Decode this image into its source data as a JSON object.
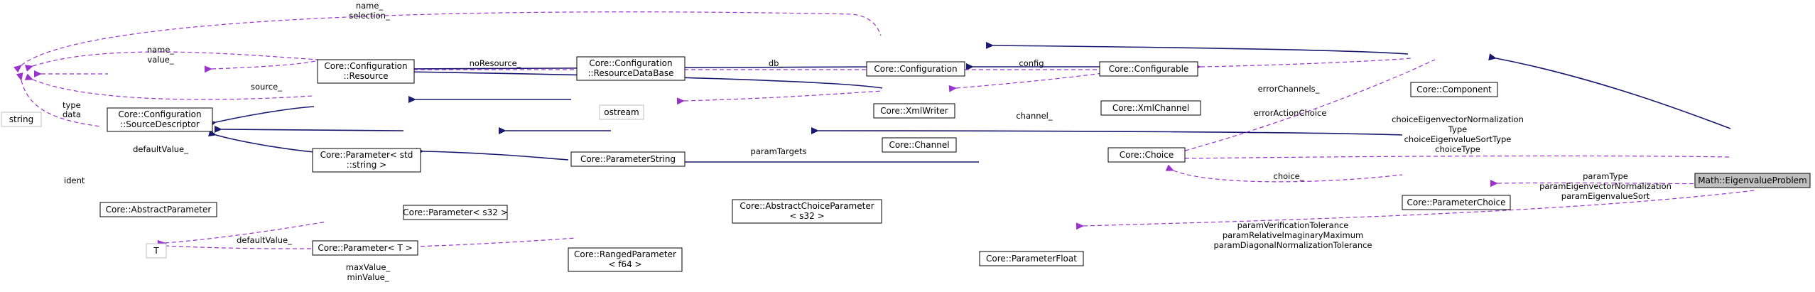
{
  "diagram": {
    "nodes": {
      "string": "string",
      "ostream": "ostream",
      "T": "T",
      "conf_resource": [
        "Core::Configuration",
        "::Resource"
      ],
      "conf_source_descriptor": [
        "Core::Configuration",
        "::SourceDescriptor"
      ],
      "abstract_parameter": "Core::AbstractParameter",
      "parameter_std_string": [
        "Core::Parameter< std",
        "::string >"
      ],
      "parameter_s32": "Core::Parameter< s32 >",
      "parameter_T": "Core::Parameter< T >",
      "resource_database": [
        "Core::Configuration",
        "::ResourceDataBase"
      ],
      "parameter_string": "Core::ParameterString",
      "abstract_choice_parameter": [
        "Core::AbstractChoiceParameter",
        "< s32 >"
      ],
      "ranged_parameter": [
        "Core::RangedParameter",
        "< f64 >"
      ],
      "configuration": "Core::Configuration",
      "xml_writer": "Core::XmlWriter",
      "channel": "Core::Channel",
      "parameter_float": "Core::ParameterFloat",
      "configurable": "Core::Configurable",
      "xml_channel": "Core::XmlChannel",
      "choice": "Core::Choice",
      "component": "Core::Component",
      "parameter_choice": "Core::ParameterChoice",
      "eigenvalue_problem": "Math::EigenvalueProblem"
    },
    "edge_labels": {
      "name_selection": [
        "name_",
        "selection_"
      ],
      "name_value": [
        "name_",
        "value_"
      ],
      "source": "source_",
      "type_data": [
        "type",
        "data"
      ],
      "default_value": "defaultValue_",
      "ident": "ident",
      "no_resource": "noResource_",
      "db": "db_",
      "config": "config",
      "param_targets": "paramTargets",
      "channel": "channel_",
      "error_channels": "errorChannels_",
      "error_action_choice": "errorActionChoice",
      "choice_eigen": [
        "choiceEigenvectorNormalization",
        "Type",
        "choiceEigenvalueSortType",
        "choiceType"
      ],
      "choice": "choice_",
      "param_type": [
        "paramType",
        "paramEigenvectorNormalization",
        "paramEigenvalueSort"
      ],
      "param_verification": [
        "paramVerificationTolerance",
        "paramRelativeImaginaryMaximum",
        "paramDiagonalNormalizationTolerance"
      ],
      "default_value_T": "defaultValue_",
      "max_min_value": [
        "maxValue_",
        "minValue_"
      ]
    }
  }
}
